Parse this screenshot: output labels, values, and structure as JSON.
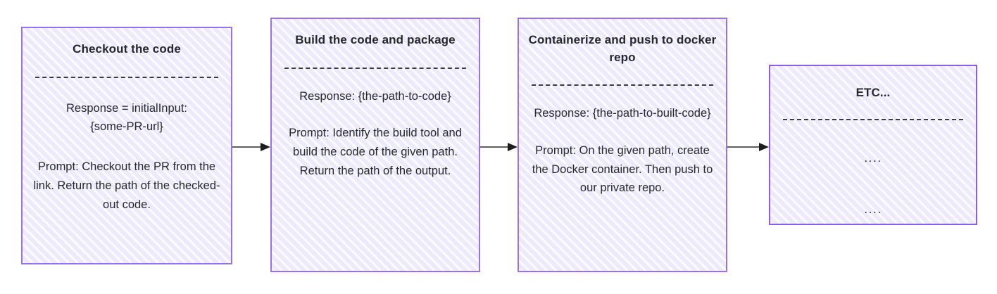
{
  "diagram": {
    "type": "flowchart",
    "orientation": "left-to-right",
    "accent_color": "#9a72e8",
    "node_fill_color": "#eceafc",
    "text_color": "#262a2e",
    "arrow_color": "#2b2b2b",
    "nodes": [
      {
        "id": "checkout",
        "title": "Checkout the code",
        "response": "Response = initialInput:\n{some-PR-url}",
        "prompt": "Prompt: Checkout the PR from the link. Return the path of the checked-out code."
      },
      {
        "id": "build",
        "title": "Build the code and package",
        "response": "Response: {the-path-to-code}",
        "prompt": "Prompt: Identify the build tool and build the code of the given path. Return the path of the output."
      },
      {
        "id": "containerize",
        "title": "Containerize and push to docker repo",
        "response": "Response: {the-path-to-built-code}",
        "prompt": "Prompt: On the given path, create the Docker container. Then push to our private repo."
      },
      {
        "id": "etc",
        "title": "ETC...",
        "response": "....",
        "prompt": "...."
      }
    ],
    "arrows": [
      {
        "id": "arrow-1",
        "from": "checkout",
        "to": "build"
      },
      {
        "id": "arrow-2",
        "from": "build",
        "to": "containerize"
      },
      {
        "id": "arrow-3",
        "from": "containerize",
        "to": "etc"
      }
    ]
  }
}
